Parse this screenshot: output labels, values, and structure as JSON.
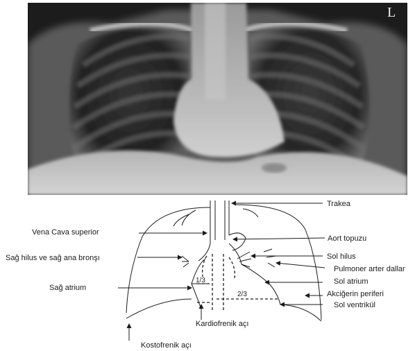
{
  "xray": {
    "side_marker": "L"
  },
  "diagram": {
    "labels": {
      "trakea": "Trakea",
      "vena_cava_superior": "Vena Cava superior",
      "aort_topuzu": "Aort topuzu",
      "sag_hilus": "Sağ hilus ve sağ ana bronşı",
      "sol_hilus": "Sol hilus",
      "pulmoner_arter": "Pulmoner arter dallar",
      "sag_atrium": "Sağ atrium",
      "sol_atrium": "Sol atrium",
      "akcigerin_periferi": "Akciğerin periferi",
      "sol_ventrikul": "Sol ventrikül",
      "kardiofrenik": "Kardiofrenik açı",
      "kostofrenik": "Kostofrenik açı"
    },
    "fractions": {
      "right_third": "1/3",
      "left_two_thirds": "2/3"
    }
  }
}
